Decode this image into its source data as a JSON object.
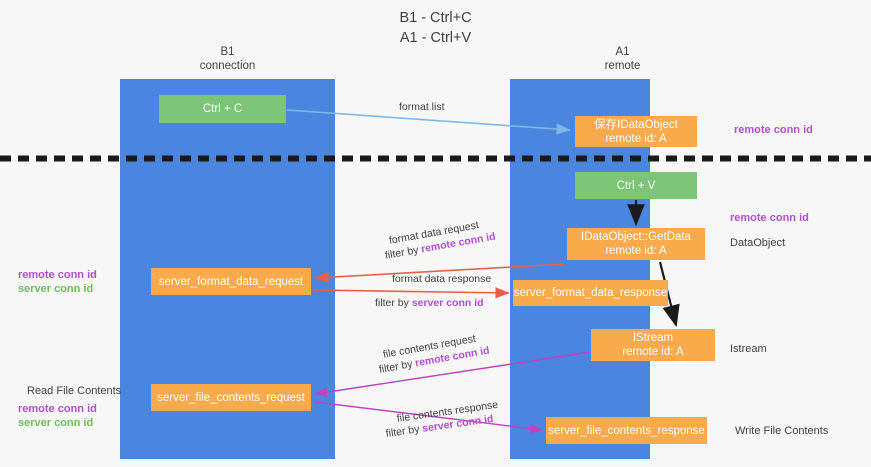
{
  "title": {
    "line1": "B1 - Ctrl+C",
    "line2": "A1 - Ctrl+V"
  },
  "lanes": [
    {
      "id": "b1",
      "title": "B1",
      "subtitle": "connection",
      "color": "#4a86e0"
    },
    {
      "id": "a1",
      "title": "A1",
      "subtitle": "remote",
      "color": "#4a86e0"
    }
  ],
  "colors": {
    "lane": "#4a86e0",
    "green_box": "#7cc576",
    "orange_box": "#f9aa4b",
    "purple_text": "#b24fd0",
    "green_text": "#6bbf59",
    "magenta_edge": "#c23fbf",
    "red_edge": "#e8604c",
    "blue_edge": "#7fb8e8",
    "black_edge": "#1a1a1a",
    "page_background": "#f7f7f7"
  },
  "boxes": {
    "ctrl_c": {
      "label": "Ctrl + C",
      "lane": "b1",
      "style": "green"
    },
    "save_dataobject": {
      "line1": "保存IDataObject",
      "line2": "remote id: A",
      "lane": "a1",
      "style": "orange"
    },
    "ctrl_v": {
      "label": "Ctrl + V",
      "lane": "a1",
      "style": "green"
    },
    "getdata": {
      "line1": "IDataObject::GetData",
      "line2": "remote id: A",
      "lane": "a1",
      "style": "orange"
    },
    "server_format_data_request": {
      "label": "server_format_data_request",
      "lane": "b1",
      "style": "orange"
    },
    "server_format_data_response": {
      "label": "server_format_data_response",
      "lane": "a1",
      "style": "orange"
    },
    "istream": {
      "line1": "IStream",
      "line2": "remote id: A",
      "lane": "a1",
      "style": "orange"
    },
    "server_file_contents_request": {
      "label": "server_file_contents_request",
      "lane": "b1",
      "style": "orange"
    },
    "server_file_contents_response": {
      "label": "server_file_contents_response",
      "lane": "a1",
      "style": "orange"
    }
  },
  "edge_labels": {
    "format_list": "format list",
    "format_data_request": "format data request",
    "format_data_request_filter_prefix": "filter by ",
    "format_data_request_filter_key": "remote conn id",
    "format_data_response": "format data response",
    "format_data_response_filter_prefix": "filter by ",
    "format_data_response_filter_key": "server conn id",
    "file_contents_request": "file contents request",
    "file_contents_request_filter_prefix": "filter by ",
    "file_contents_request_filter_key": "remote conn id",
    "file_contents_response": "file contents response",
    "file_contents_response_filter_prefix": "filter by ",
    "file_contents_response_filter_key": "server conn id"
  },
  "annotations": {
    "remote_conn_id_top": "remote conn id",
    "remote_conn_id_mid": "remote conn id",
    "dataobject": "DataObject",
    "istream": "Istream",
    "write_file_contents": "Write File Contents",
    "read_file_contents": "Read File Contents",
    "left_remote_conn_id_1": "remote conn id",
    "left_server_conn_id_1": "server conn id",
    "left_remote_conn_id_2": "remote conn id",
    "left_server_conn_id_2": "server conn id"
  }
}
